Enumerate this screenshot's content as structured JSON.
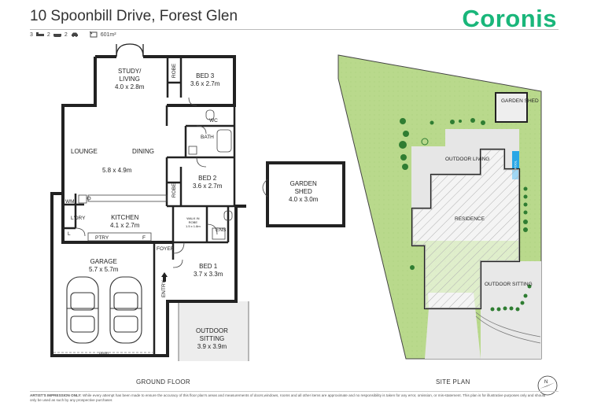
{
  "header": {
    "title": "10 Spoonbill Drive, Forest Glen",
    "brand": "Coronis"
  },
  "stats": {
    "beds": "3",
    "baths": "2",
    "cars": "2",
    "area": "601m²",
    "icons": [
      "bed-icon",
      "bath-icon",
      "car-icon",
      "land-area-icon"
    ]
  },
  "floor_plan": {
    "caption": "GROUND FLOOR",
    "rooms": {
      "study": {
        "name": "STUDY/\nLIVING",
        "size": "4.0 x 2.8m"
      },
      "bed3": {
        "name": "BED 3",
        "size": "3.6 x 2.7m"
      },
      "robe_bed3": "ROBE",
      "wc": "WC",
      "bath": "BATH",
      "lounge": "LOUNGE",
      "dining": "DINING",
      "lounge_dining_size": "5.8 x 4.9m",
      "bed2": {
        "name": "BED 2",
        "size": "3.6 x 2.7m"
      },
      "robe_bed2": "ROBE",
      "wm": "WM",
      "ldry": "L'DRY",
      "kitchen": {
        "name": "KITCHEN",
        "size": "4.1 x 2.7m"
      },
      "l": "L",
      "ptry": "PTRY",
      "f": "F",
      "walk_in_robe": {
        "name": "WALK IN\nROBE",
        "size": "1.5 x 1.8m"
      },
      "ens": "ENS",
      "foyer": "FOYER",
      "entry": "ENTRY",
      "garage": {
        "name": "GARAGE",
        "size": "5.7 x 5.7m"
      },
      "bed1": {
        "name": "BED 1",
        "size": "3.7 x 3.3m"
      },
      "outdoor_sitting": {
        "name": "OUTDOOR\nSITTING",
        "size": "3.9 x 3.9m"
      },
      "garage_door": "DOOR"
    },
    "garden_shed": {
      "name": "GARDEN\nSHED",
      "size": "4.0 x 3.0m"
    }
  },
  "site_plan": {
    "caption": "SITE PLAN",
    "labels": {
      "garden_shed": "GARDEN\nSHED",
      "outdoor_living": "OUTDOOR\nLIVING",
      "residence": "RESIDENCE",
      "outdoor_sitting": "OUTDOOR\nSITTING",
      "pool": "POOL"
    },
    "colors": {
      "lawn": "#b9d98c",
      "paving": "#e6e6e6",
      "tree": "#2f7d32",
      "pool": "#2aa7e6"
    }
  },
  "footer": {
    "disclaimer_heading": "ARTIST'S IMPRESSION ONLY:",
    "disclaimer": "While every attempt has been made to ensure the accuracy of this floor plan's areas and measurements of doors,windows, rooms and all other items are approximate and no responsibility is taken for any error, omission, or mis-statement. This plan is for illustrative purposes only and should only be used as such by any prospective purchaser."
  },
  "compass": {
    "label": "N",
    "icon": "compass-icon"
  }
}
